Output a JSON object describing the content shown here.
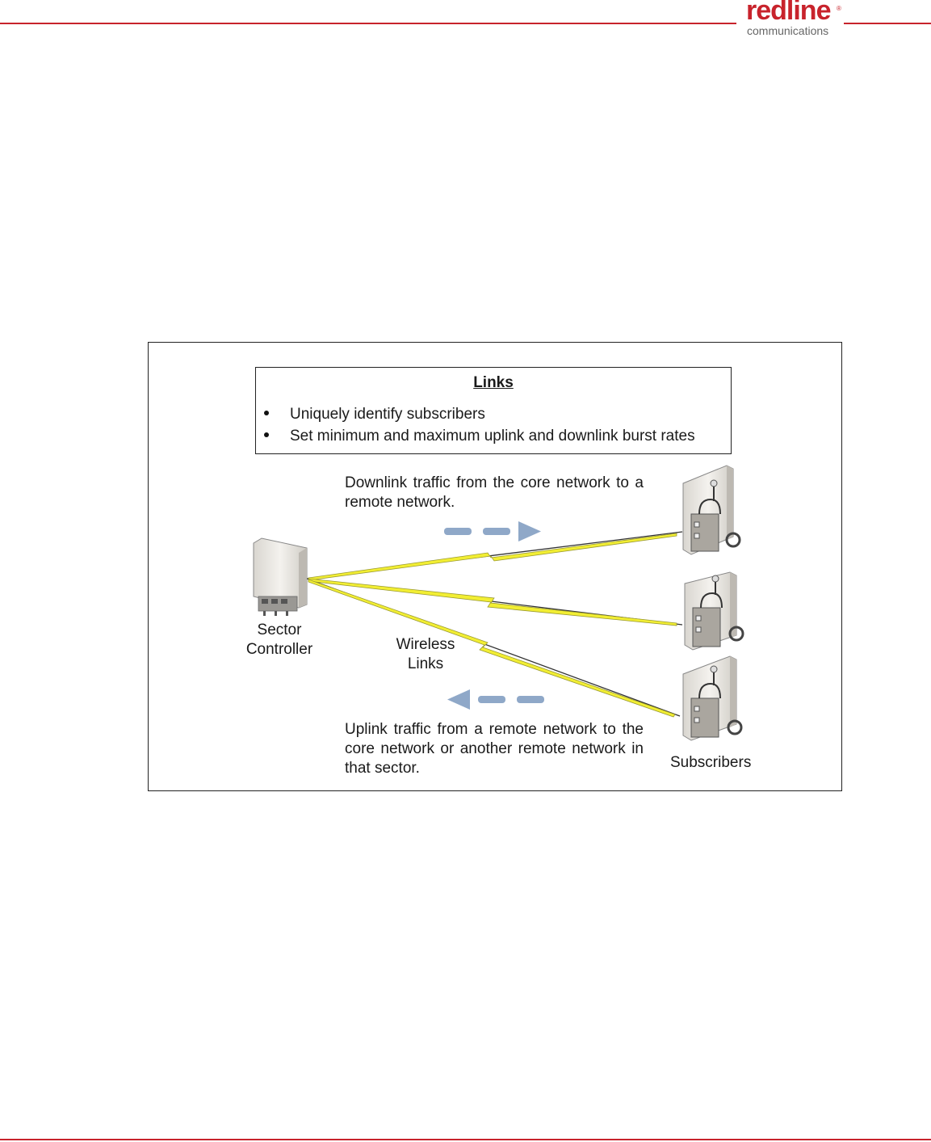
{
  "header": {
    "logo_brand": "redline",
    "logo_registered": "®",
    "logo_tagline": "communications"
  },
  "diagram": {
    "links_box": {
      "title": "Links",
      "bullets": [
        "Uniquely identify subscribers",
        "Set minimum and maximum uplink and downlink burst rates"
      ]
    },
    "downlink_text": "Downlink traffic from the core network to a remote network.",
    "uplink_text": "Uplink traffic from a remote network to the core network or another remote network in that sector.",
    "sector_controller_label": "Sector Controller",
    "sector_controller_line1": "Sector",
    "sector_controller_line2": "Controller",
    "wireless_links_line1": "Wireless",
    "wireless_links_line2": "Links",
    "subscribers_label": "Subscribers",
    "colors": {
      "accent": "#c8232c",
      "arrow": "#8fa8c8",
      "lightning": "#f2ee33"
    }
  }
}
